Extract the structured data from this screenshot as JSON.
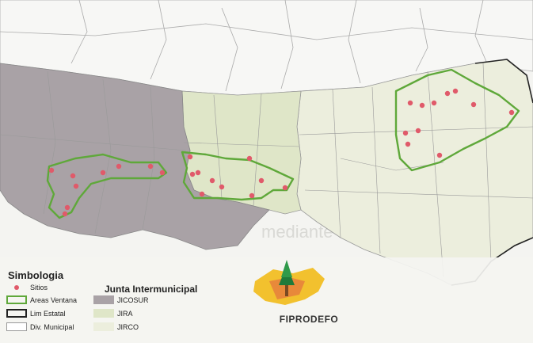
{
  "legend": {
    "title": "Simbologia",
    "items": [
      {
        "key": "sitios",
        "label": "Sitios",
        "color": "#e05a6a"
      },
      {
        "key": "areas_ventana",
        "label": "Areas Ventana",
        "color": "#5fa83a"
      },
      {
        "key": "lim_estatal",
        "label": "Lim Estatal",
        "color": "#222222"
      },
      {
        "key": "div_municipal",
        "label": "Div. Municipal",
        "color": "#9a9a9a"
      }
    ],
    "junta": {
      "title": "Junta Intermunicipal",
      "items": [
        {
          "label": "JICOSUR",
          "color": "#a9a2a6"
        },
        {
          "label": "JIRA",
          "color": "#dfe6c8"
        },
        {
          "label": "JIRCO",
          "color": "#eceedd"
        }
      ]
    }
  },
  "logo": {
    "name": "FIPRODEFO",
    "icon": "tree-state-logo-icon"
  },
  "colors": {
    "background": "#f4f4f1",
    "jicosur": "#a9a2a6",
    "jira": "#dfe6c8",
    "jirco": "#eceedd",
    "ventana": "#5fa83a",
    "sitio": "#e05a6a"
  }
}
